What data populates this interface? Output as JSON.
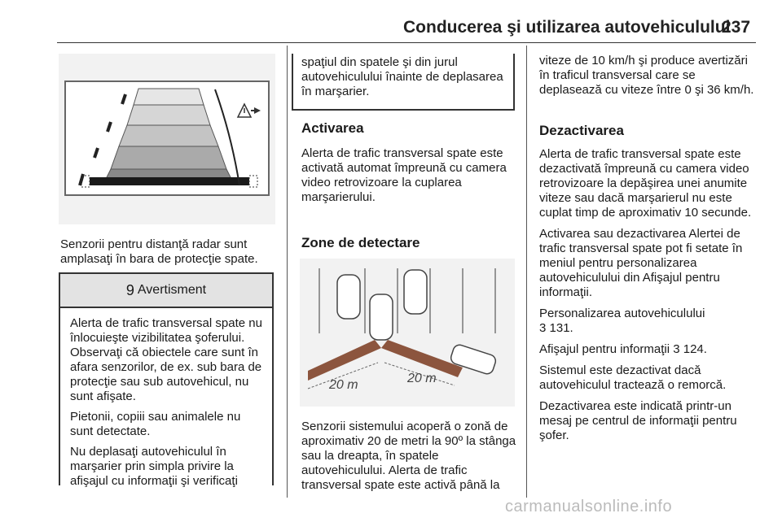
{
  "header": {
    "title": "Conducerea şi utilizarea autovehiculului",
    "page_number": "237"
  },
  "col1": {
    "caption": "Senzorii pentru distanţă radar sunt amplasaţi în bara de protecţie spate.",
    "warning": {
      "symbol": "9",
      "title": "Avertisment",
      "paragraphs": [
        "Alerta de trafic transversal spate nu înlocuieşte vizibilitatea şoferului. Observaţi că obiectele care sunt în afara senzorilor, de ex. sub bara de protecţie sau sub autovehicul, nu sunt afişate.",
        "Pietonii, copiii sau animalele nu sunt detectate.",
        "Nu deplasaţi autovehiculul în marşarier prin simpla privire la afişajul cu informaţii şi verificaţi"
      ]
    }
  },
  "col2": {
    "continuation": "spaţiul din spatele şi din jurul autovehiculului înainte de deplasarea în marşarier.",
    "activation_heading": "Activarea",
    "activation_text": "Alerta de trafic transversal spate este activată automat împreună cu camera video retrovizoare la cuplarea marşarierului.",
    "zones_heading": "Zone de detectare",
    "figure_labels": [
      "20 m",
      "20 m"
    ],
    "zones_text": "Senzorii sistemului acoperă o zonă de aproximativ 20 de metri la 90º la stânga sau la dreapta, în spatele autovehiculului. Alerta de trafic transversal spate este activă până la"
  },
  "col3": {
    "intro": "viteze de 10 km/h şi produce avertizări în traficul transversal care se deplasează cu viteze între 0 şi 36 km/h.",
    "deactivation_heading": "Dezactivarea",
    "paragraphs": [
      "Alerta de trafic transversal spate este dezactivată împreună cu camera video retrovizoare la depăşirea unei anumite viteze sau dacă marşarierul nu este cuplat timp de aproximativ 10 secunde.",
      "Activarea sau dezactivarea Alertei de trafic transversal spate pot fi setate în meniul pentru personalizarea autovehiculului din Afişajul pentru informaţii.",
      "Personalizarea autovehiculului",
      "3 131.",
      "Afişajul pentru informaţii 3 124.",
      "Sistemul este dezactivat dacă autovehiculul tractează o remorcă.",
      "Dezactivarea este indicată printr-un mesaj pe centrul de informaţii pentru şofer."
    ]
  },
  "watermark": "carmanualsonline.info"
}
